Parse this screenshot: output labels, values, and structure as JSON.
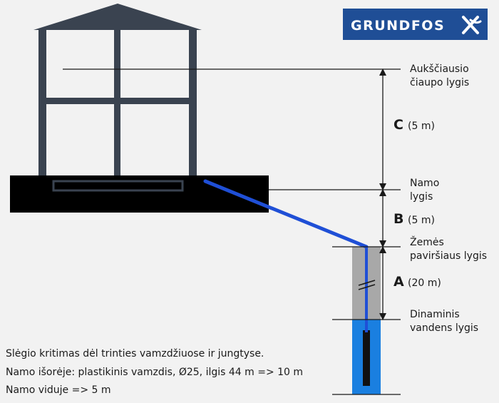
{
  "brand": {
    "logo_text": "GRUNDFOS",
    "logo_bg": "#1f4e96"
  },
  "colors": {
    "house": "#3a4350",
    "ground": "#000000",
    "pipe": "#1f4fd6",
    "well_casing": "#a8a8a8",
    "water": "#1a7fe0",
    "lines": "#1a1a1a"
  },
  "levels": {
    "highest_tap": [
      "Aukščiausio",
      "čiaupo lygis"
    ],
    "house_level": [
      "Namo",
      "lygis"
    ],
    "ground_surface": [
      "Žemės",
      "paviršiaus lygis"
    ],
    "dynamic_water": [
      "Dinaminis",
      "vandens lygis"
    ]
  },
  "dimensions": {
    "c": {
      "letter": "C",
      "value": "(5 m)"
    },
    "b": {
      "letter": "B",
      "value": "(5 m)"
    },
    "a": {
      "letter": "A",
      "value": "(20 m)"
    }
  },
  "notes": [
    "Slėgio kritimas dėl trinties vamzdžiuose ir jungtyse.",
    "Namo išorėje: plastikinis vamzdis, Ø25, ilgis 44 m => 10 m",
    "Namo viduje => 5 m"
  ]
}
